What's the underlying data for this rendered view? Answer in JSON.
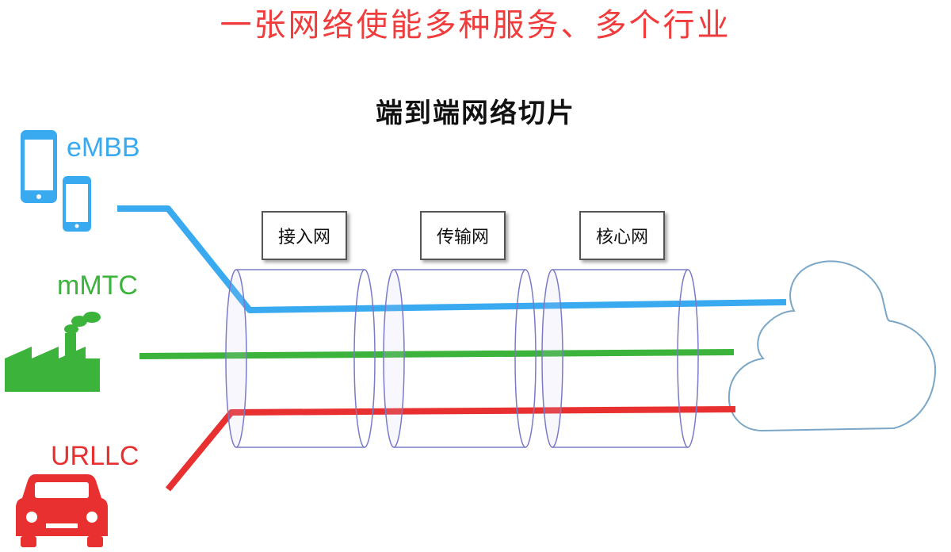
{
  "headline": "一张网络使能多种服务、多个行业",
  "subtitle": "端到端网络切片",
  "colors": {
    "headline": "#f03c3c",
    "embb": "#3aaaf0",
    "mmtc": "#3cb43c",
    "urllc": "#e83030",
    "cylinder": "#7a7ac8",
    "cloud": "#7aa7c7"
  },
  "slices": [
    {
      "label": "eMBB",
      "icon": "smartphones-icon"
    },
    {
      "label": "mMTC",
      "icon": "factory-icon"
    },
    {
      "label": "URLLC",
      "icon": "car-icon"
    }
  ],
  "segments": [
    {
      "label": "接入网"
    },
    {
      "label": "传输网"
    },
    {
      "label": "核心网"
    }
  ],
  "destination": {
    "icon": "cloud-icon"
  }
}
